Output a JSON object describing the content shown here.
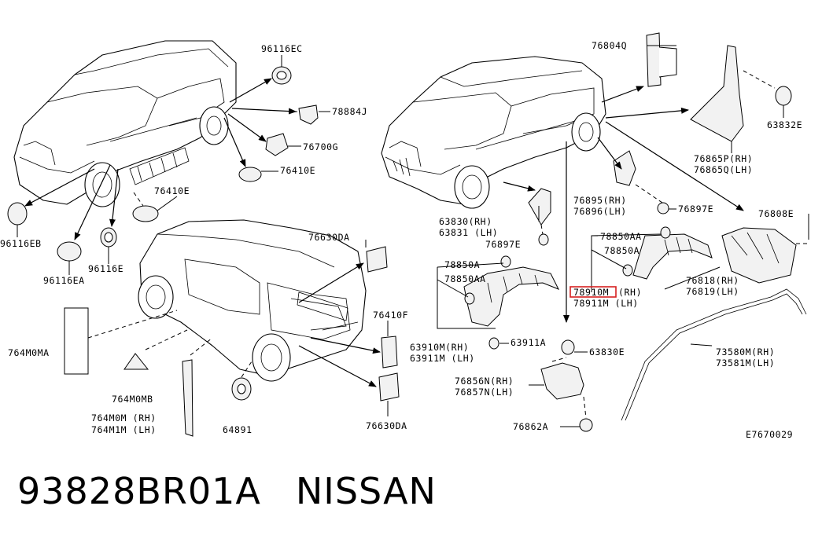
{
  "labels": {
    "p96116EC": "96116EC",
    "p78884J": "78884J",
    "p76700G": "76700G",
    "p76410E_a": "76410E",
    "p76410E_b": "76410E",
    "p96116EB": "96116EB",
    "p96116EA": "96116EA",
    "p96116E": "96116E",
    "p76630DA_a": "76630DA",
    "p76630DA_b": "76630DA",
    "p76410F": "76410F",
    "p764M0MA": "764M0MA",
    "p764M0MB": "764M0MB",
    "p764M0M": "764M0M (RH)",
    "p764M1M": "764M1M (LH)",
    "p64891": "64891",
    "p76804Q": "76804Q",
    "p63832E": "63832E",
    "p76865P": "76865P(RH)",
    "p76865Q": "76865Q(LH)",
    "p76895": "76895(RH)",
    "p76896": "76896(LH)",
    "p76897E_a": "76897E",
    "p76897E_b": "76897E",
    "p63830": "63830(RH)",
    "p63831": "63831 (LH)",
    "p76808E": "76808E",
    "p78850AA_a": "78850AA",
    "p78850A_a": "78850A",
    "p78850A_b": "78850A",
    "p78850AA_b": "78850AA",
    "p78910M": "78910M",
    "p78910M_rh": "(RH)",
    "p78911M": "78911M (LH)",
    "p76818": "76818(RH)",
    "p76819": "76819(LH)",
    "p63910M": "63910M(RH)",
    "p63911M": "63911M (LH)",
    "p63911A": "63911A",
    "p63830E": "63830E",
    "p73580M": "73580M(RH)",
    "p73581M": "73581M(LH)",
    "p76856N": "76856N(RH)",
    "p76857N": "76857N(LH)",
    "p76862A": "76862A",
    "diagram_id": "E7670029"
  },
  "footer": {
    "part_number": "93828BR01A",
    "brand": "NISSAN"
  },
  "colors": {
    "highlight": "#d62020",
    "ink": "#000000"
  }
}
